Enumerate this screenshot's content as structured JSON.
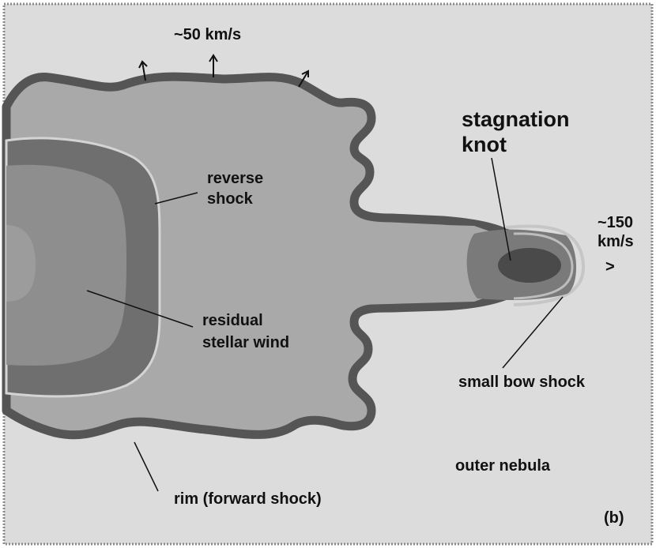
{
  "labels": {
    "top_speed": "~50 km/s",
    "stagnation_line1": "stagnation",
    "stagnation_line2": "knot",
    "reverse_line1": "reverse",
    "reverse_line2": "shock",
    "fast_speed_line1": "~150",
    "fast_speed_line2": "km/s",
    "fast_speed_arrow": ">",
    "residual_line1": "residual",
    "residual_line2": "stellar wind",
    "small_bow_shock": "small bow shock",
    "outer_nebula": "outer nebula",
    "rim": "rim (forward shock)",
    "panel_tag": "(b)"
  },
  "colors": {
    "outer_nebula": "#dcdcdc",
    "shocked_gas": "#a9a9a9",
    "rim": "#555555",
    "reverse_shock_edge": "#d4d4d4",
    "stellar_wind": "#6f6f6f",
    "inner_core": "#8e8e8e",
    "knot": "#4a4a4a",
    "knot_halo": "#7a7a7a",
    "text": "#111111"
  }
}
